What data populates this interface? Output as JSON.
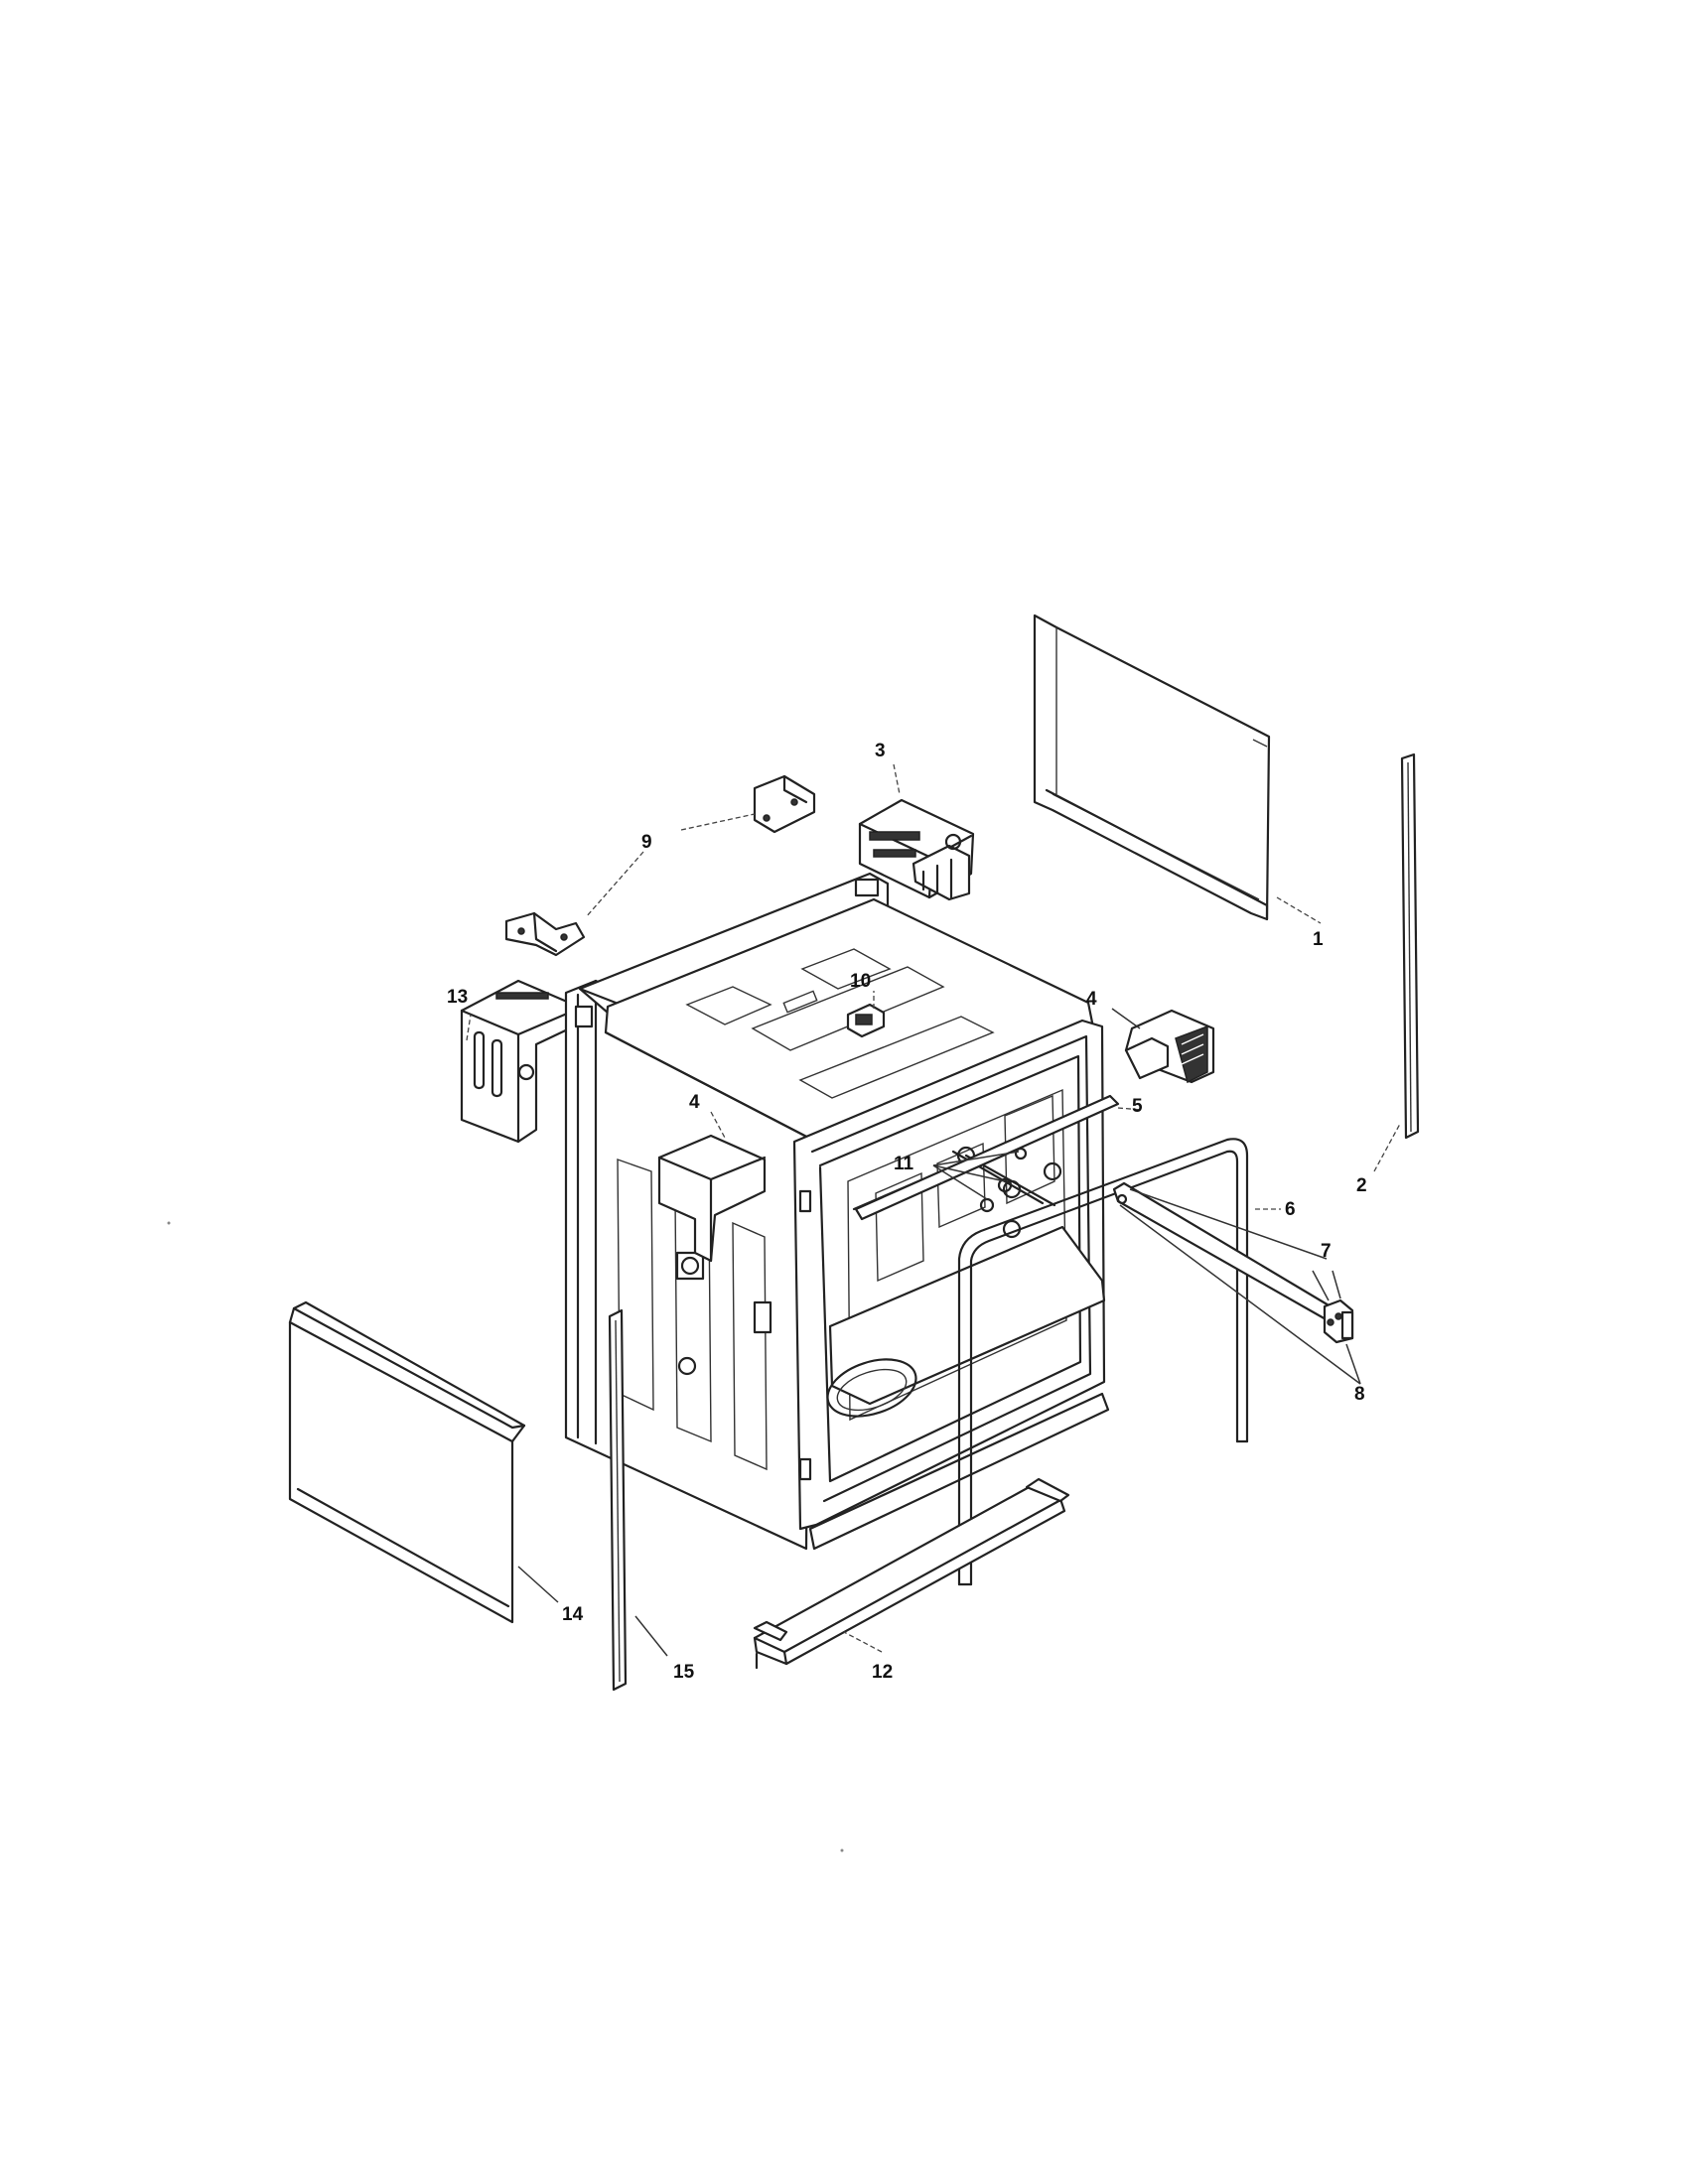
{
  "callouts": {
    "c1": "1",
    "c2": "2",
    "c3": "3",
    "c4a": "4",
    "c4b": "4",
    "c5": "5",
    "c6": "6",
    "c7": "7",
    "c8": "8",
    "c9": "9",
    "c10": "10",
    "c11": "11",
    "c12": "12",
    "c13": "13",
    "c14": "14",
    "c15": "15"
  }
}
